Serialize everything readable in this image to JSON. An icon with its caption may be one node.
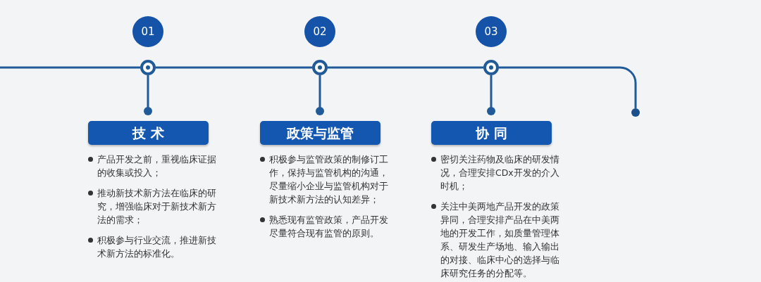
{
  "diagram": {
    "nodes": [
      {
        "text": [
          "01"
        ]
      },
      {
        "text": [
          "02"
        ]
      },
      {
        "text": [
          "03"
        ]
      },
      {
        "text": [],
        "shape": "circle"
      },
      {
        "text": [],
        "shape": "circle"
      },
      {
        "text": [],
        "shape": "circle"
      },
      {
        "text": [],
        "shape": "circle"
      },
      {
        "text": [
          "技 术"
        ],
        "beside": [
          "产品开发之前，重视临床证据的收集或投入；",
          "推动新技术新方法在临床的研究，增强临床对于新技术新方法的需求；",
          "积极参与行业交流，推进新技术新方法的标准化。"
        ]
      },
      {
        "text": [
          "政策与监管"
        ],
        "beside": [
          "积极参与监管政策的制修订工作，保持与监管机构的沟通，尽量缩小企业与监管机构对于新技术新方法的认知差异；",
          "熟悉现有监管政策，产品开发尽量符合现有监管的原则。"
        ]
      },
      {
        "text": [
          "协 同"
        ],
        "beside": [
          "密切关注药物及临床的研发情况，合理安排CDx开发的介入时机；",
          "关注中美两地产品开发的政策异同，合理安排产品在中美两地的开发工作，如质量管理体系、研发生产场地、输入输出的对接、临床中心的选择与临床研究任务的分配等。"
        ]
      }
    ],
    "edges": [
      {
        "from": null,
        "to": 3,
        "arrow": "none"
      },
      {
        "from": 3,
        "to": 4,
        "arrow": "none"
      },
      {
        "from": 4,
        "to": 5,
        "arrow": "none"
      },
      {
        "from": 5,
        "to": 6,
        "arrow": "none"
      },
      {
        "from": 3,
        "to": 7,
        "arrow": "other"
      },
      {
        "from": 4,
        "to": 8,
        "arrow": "other"
      },
      {
        "from": 5,
        "to": 9,
        "arrow": "other"
      }
    ]
  }
}
